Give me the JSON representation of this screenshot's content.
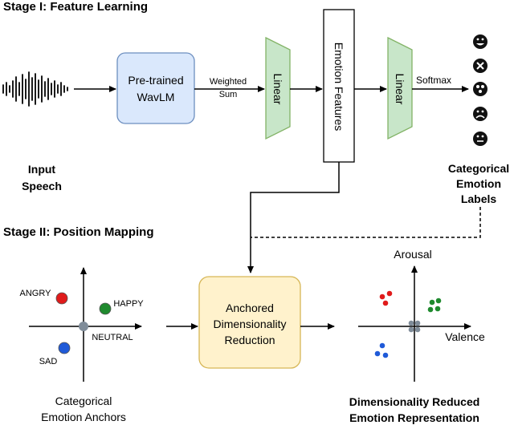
{
  "stage1": {
    "title": "Stage I: Feature Learning",
    "input_label_line1": "Input",
    "input_label_line2": "Speech",
    "wavlm_line1": "Pre-trained",
    "wavlm_line2": "WavLM",
    "weighted_line1": "Weighted",
    "weighted_line2": "Sum",
    "linear1": "Linear",
    "emotion_features": "Emotion Features",
    "linear2": "Linear",
    "softmax": "Softmax",
    "output_label_line1": "Categorical",
    "output_label_line2": "Emotion",
    "output_label_line3": "Labels",
    "face_icons": [
      "happy-face-icon",
      "angry-face-icon",
      "surprised-face-icon",
      "sad-face-icon",
      "neutral-face-icon"
    ]
  },
  "stage2": {
    "title": "Stage II: Position Mapping",
    "anchors": {
      "angry": "ANGRY",
      "happy": "HAPPY",
      "neutral": "NEUTRAL",
      "sad": "SAD"
    },
    "anchors_caption_line1": "Categorical",
    "anchors_caption_line2": "Emotion Anchors",
    "adr_line1": "Anchored",
    "adr_line2": "Dimensionality",
    "adr_line3": "Reduction",
    "arousal": "Arousal",
    "valence": "Valence",
    "output_caption_line1": "Dimensionality Reduced",
    "output_caption_line2": "Emotion Representation"
  },
  "colors": {
    "angry": "#e01b1b",
    "happy": "#1f8a2e",
    "neutral": "#7f8c99",
    "sad": "#1f5ad8",
    "wavlm_fill": "#dae8fc",
    "wavlm_stroke": "#6c8ebf",
    "linear_fill": "#c8e6c9",
    "linear_stroke": "#82b366",
    "adr_fill": "#fff2cc",
    "adr_stroke": "#d6b656"
  }
}
